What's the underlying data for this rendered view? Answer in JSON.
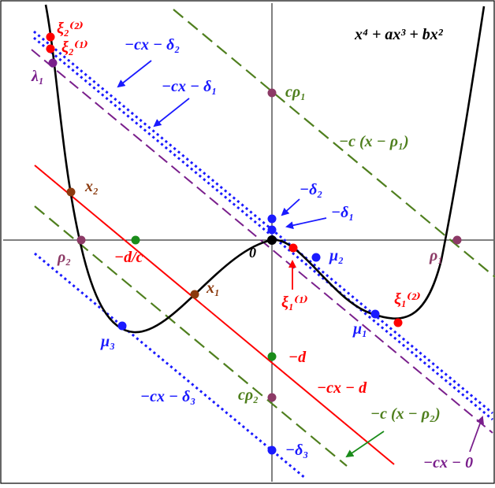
{
  "colors": {
    "curve": "#000000",
    "green": "#4f7f1e",
    "red": "#ff0000",
    "blue": "#1a1aff",
    "purple": "#7a1f8c",
    "mauve": "#8c3a66",
    "brown": "#8b3a0e",
    "dot_green": "#1a8c1a"
  },
  "labels": {
    "poly": "x⁴ + ax³ + bx²",
    "xi2_2": "ξ₂⁽²⁾",
    "xi2_1": "ξ₂⁽¹⁾",
    "lambda1": "λ₁",
    "delta2_line": "−cx − δ₂",
    "delta1_line": "−cx − δ₁",
    "c_rho1": "cρ₁",
    "c_x_rho1": "−c (x − ρ₁)",
    "x2": "x₂",
    "neg_delta2": "−δ₂",
    "neg_delta1": "−δ₁",
    "rho2": "ρ₂",
    "neg_d_over_c": "−d/c",
    "origin": "0",
    "mu2": "μ₂",
    "rho1": "ρ₁",
    "x1": "x₁",
    "xi1_1": "ξ₁⁽¹⁾",
    "xi1_2": "ξ₁⁽²⁾",
    "mu1": "μ₁",
    "mu3": "μ₃",
    "neg_d": "−d",
    "d_line": "−cx − d",
    "delta3_line": "−cx − δ₃",
    "c_rho2": "cρ₂",
    "c_x_rho2": "−c (x − ρ₂)",
    "neg_delta3": "−δ₃",
    "zero_line": "−cx − 0"
  }
}
